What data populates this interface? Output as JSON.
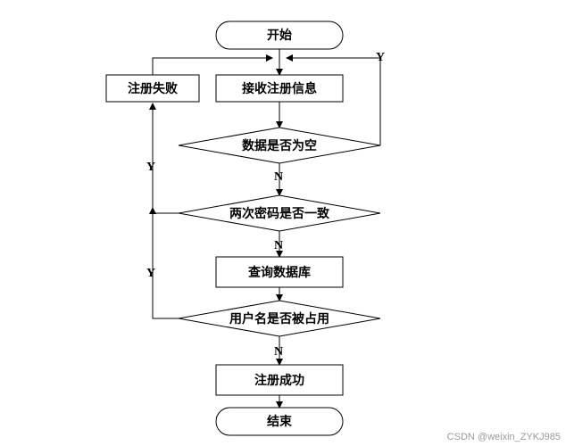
{
  "flowchart": {
    "start": "开始",
    "receive": "接收注册信息",
    "fail": "注册失败",
    "check_empty": "数据是否为空",
    "check_password": "两次密码是否一致",
    "query_db": "查询数据库",
    "check_username": "用户名是否被占用",
    "success": "注册成功",
    "end": "结束"
  },
  "edge_labels": {
    "yes": "Y",
    "no": "N"
  },
  "watermark": "CSDN @weixin_ZYKJ985"
}
